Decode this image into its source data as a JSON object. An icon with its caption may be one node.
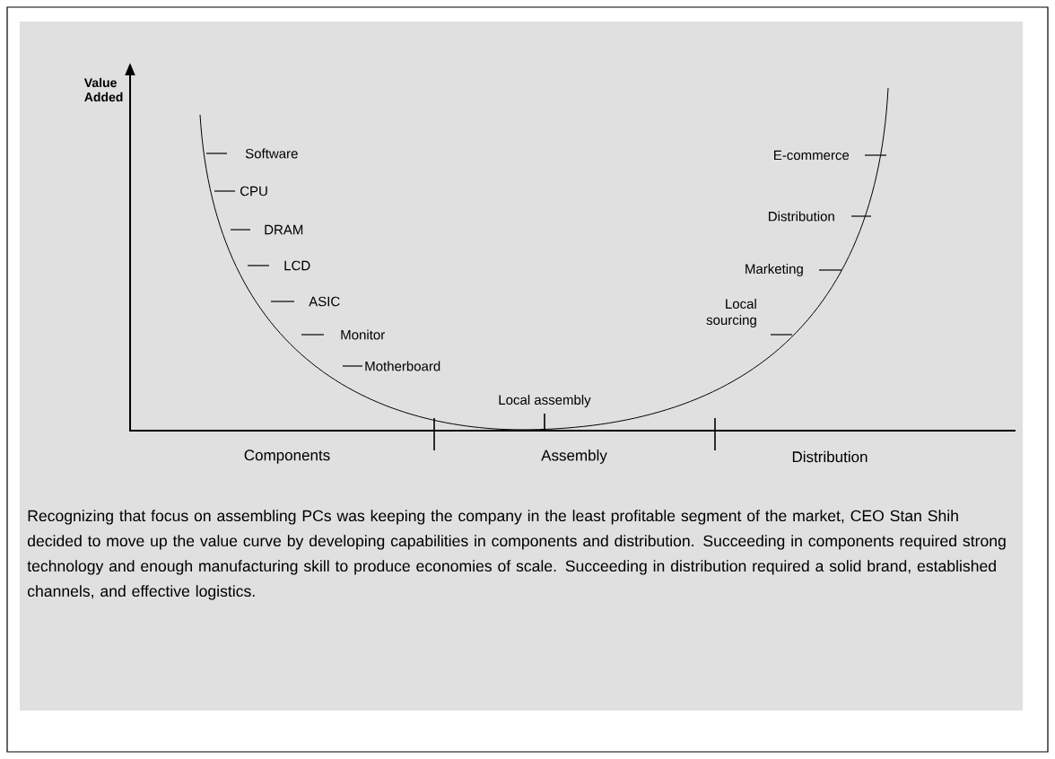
{
  "diagram": {
    "labels": [
      "Value Added",
      "Software",
      "CPU",
      "DRAM",
      "LCD",
      "ASIC",
      "Monitor",
      "Motherboard",
      "E-commerce",
      "Distribution",
      "Marketing",
      "Local sourcing",
      "Local assembly",
      "Components",
      "Assembly",
      "Distribution"
    ],
    "caption": "Recognizing that focus on assembling PCs was keeping the company in the least profitable segment of the market, CEO Stan Shih decided to move up the value curve by developing capabilities in components and distribution. Succeeding in components required strong technology and enough manufacturing skill to produce economies of scale. Succeeding in distribution required a solid brand, established channels, and effective logistics."
  }
}
